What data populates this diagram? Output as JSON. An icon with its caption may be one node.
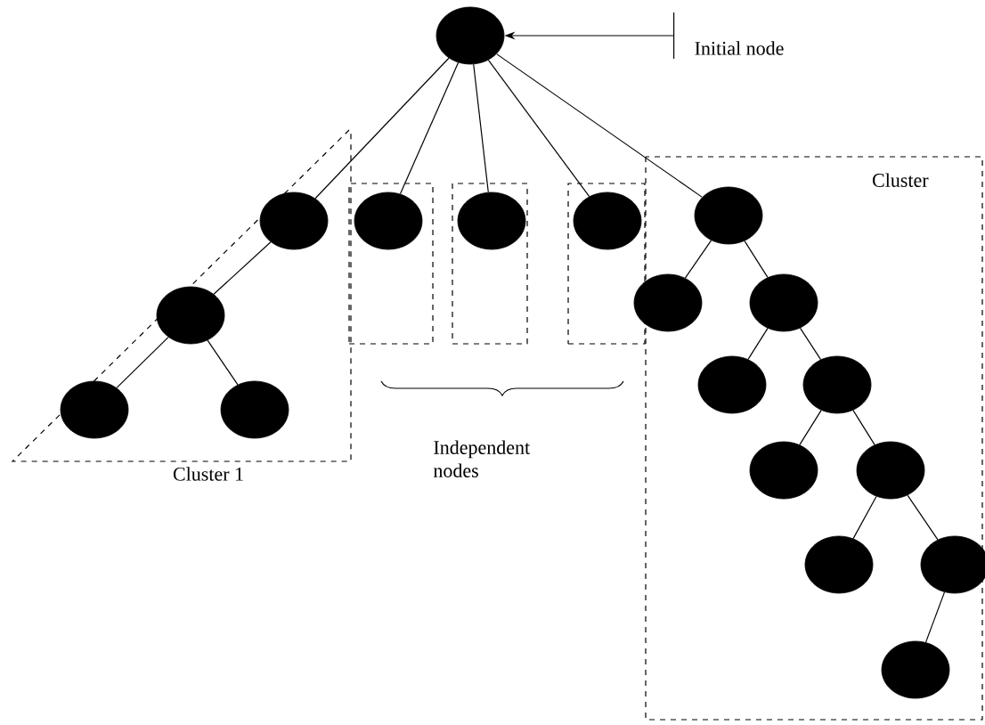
{
  "diagram": {
    "nodes": [
      {
        "text": [],
        "shape": "circle"
      },
      {
        "text": [
          "Cluster 1"
        ]
      },
      {
        "text": [],
        "shape": "circle",
        "in": 1
      },
      {
        "text": [],
        "shape": "circle",
        "in": 1
      },
      {
        "text": [],
        "shape": "circle",
        "in": 1
      },
      {
        "text": [],
        "shape": "circle",
        "in": 1
      },
      {
        "text": [],
        "shape": "box"
      },
      {
        "text": [],
        "shape": "circle",
        "in": 6
      },
      {
        "text": [],
        "shape": "box"
      },
      {
        "text": [],
        "shape": "circle",
        "in": 8
      },
      {
        "text": [],
        "shape": "box"
      },
      {
        "text": [],
        "shape": "circle",
        "in": 10
      },
      {
        "text": [
          "Cluster"
        ]
      },
      {
        "text": [],
        "shape": "circle",
        "in": 12
      },
      {
        "text": [],
        "shape": "circle",
        "in": 12
      },
      {
        "text": [],
        "shape": "circle",
        "in": 12
      },
      {
        "text": [],
        "shape": "circle",
        "in": 12
      },
      {
        "text": [],
        "shape": "circle",
        "in": 12
      },
      {
        "text": [],
        "shape": "circle",
        "in": 12
      },
      {
        "text": [],
        "shape": "circle",
        "in": 12
      },
      {
        "text": [],
        "shape": "circle",
        "in": 12
      },
      {
        "text": [],
        "shape": "circle",
        "in": 12
      },
      {
        "text": [],
        "shape": "circle",
        "in": 12
      },
      {
        "text": [
          "Initial node"
        ]
      }
    ],
    "edges": [
      {
        "from": 0,
        "to": 2,
        "arrow": "none"
      },
      {
        "from": 0,
        "to": 7,
        "arrow": "none"
      },
      {
        "from": 0,
        "to": 9,
        "arrow": "none"
      },
      {
        "from": 0,
        "to": 11,
        "arrow": "none"
      },
      {
        "from": 0,
        "to": 13,
        "arrow": "none"
      },
      {
        "from": 2,
        "to": 3,
        "arrow": "none"
      },
      {
        "from": 3,
        "to": 4,
        "arrow": "none"
      },
      {
        "from": 3,
        "to": 5,
        "arrow": "none"
      },
      {
        "from": 13,
        "to": 14,
        "arrow": "none"
      },
      {
        "from": 13,
        "to": 15,
        "arrow": "none"
      },
      {
        "from": 15,
        "to": 16,
        "arrow": "none"
      },
      {
        "from": 15,
        "to": 17,
        "arrow": "none"
      },
      {
        "from": 17,
        "to": 18,
        "arrow": "none"
      },
      {
        "from": 17,
        "to": 19,
        "arrow": "none"
      },
      {
        "from": 19,
        "to": 20,
        "arrow": "none"
      },
      {
        "from": 19,
        "to": 21,
        "arrow": "none"
      },
      {
        "from": 21,
        "to": 22,
        "arrow": "none"
      },
      {
        "from": 23,
        "to": 0,
        "arrow": "to"
      }
    ],
    "labels": [
      "Independent nodes"
    ]
  }
}
